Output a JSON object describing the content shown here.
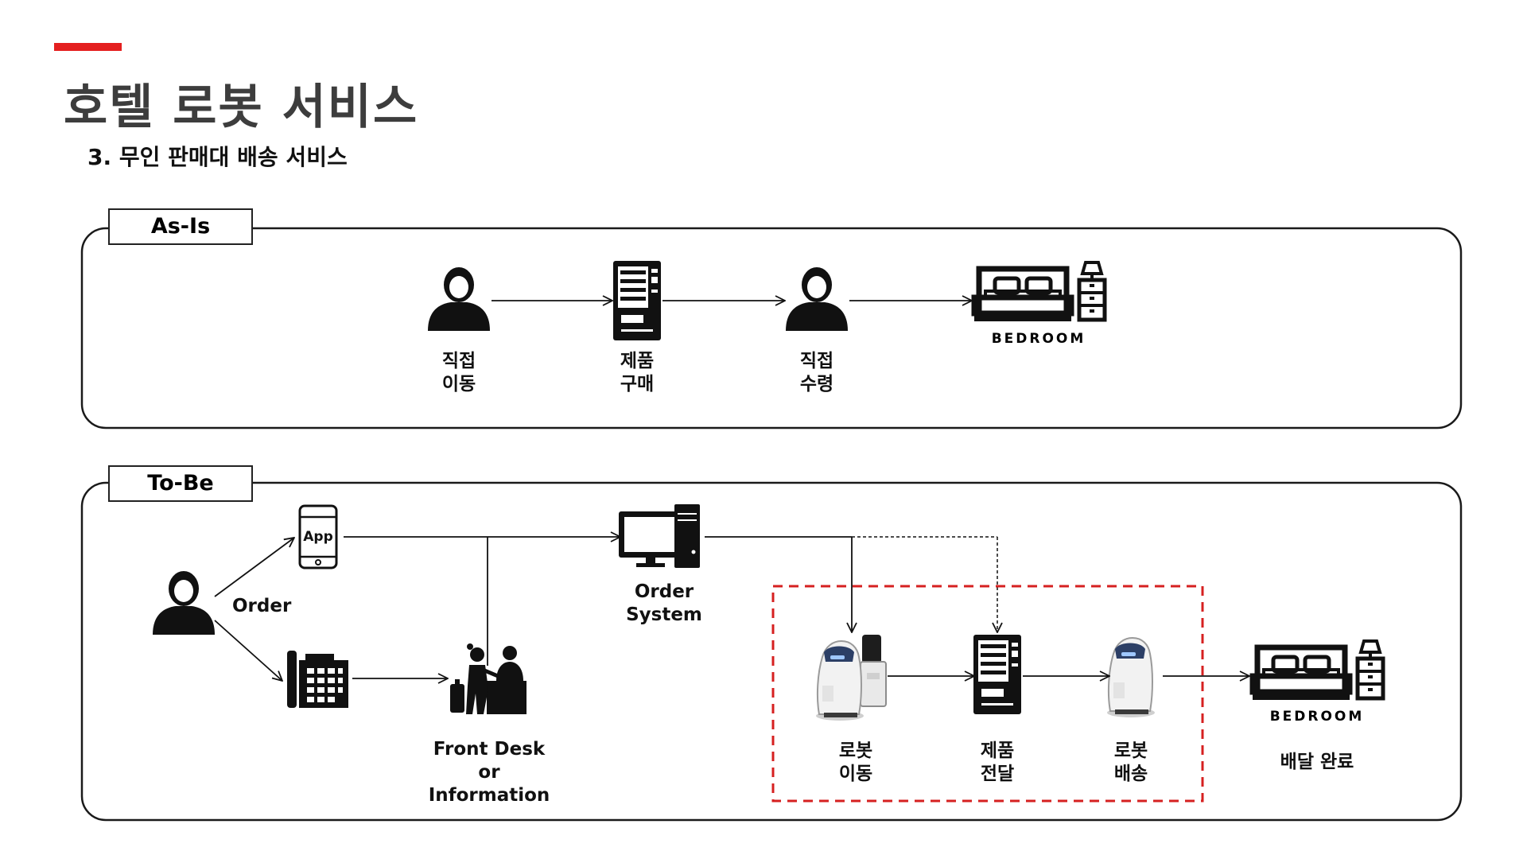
{
  "page": {
    "title": "호텔 로봇 서비스",
    "subtitle": "3. 무인 판매대 배송 서비스",
    "accent_color": "#e41f1f"
  },
  "as_is": {
    "tag": "As-Is",
    "steps": [
      {
        "icon": "person-icon",
        "label_line1": "직접",
        "label_line2": "이동"
      },
      {
        "icon": "vending-machine-icon",
        "label_line1": "제품",
        "label_line2": "구매"
      },
      {
        "icon": "person-icon",
        "label_line1": "직접",
        "label_line2": "수령"
      },
      {
        "icon": "bedroom-icon",
        "caption": "BEDROOM"
      }
    ]
  },
  "to_be": {
    "tag": "To-Be",
    "customer": {
      "icon": "person-icon",
      "order_label": "Order"
    },
    "app": {
      "icon": "smartphone-icon",
      "label": "App"
    },
    "phone": {
      "icon": "telephone-icon"
    },
    "front_desk": {
      "icon": "front-desk-icon",
      "label_line1": "Front Desk",
      "label_line2": "or",
      "label_line3": "Information"
    },
    "order_system": {
      "icon": "computer-icon",
      "label_line1": "Order",
      "label_line2": "System"
    },
    "robot_zone_color": "#d62020",
    "robot_steps": [
      {
        "icon": "robot-icon",
        "label_line1": "로봇",
        "label_line2": "이동"
      },
      {
        "icon": "vending-machine-icon",
        "label_line1": "제품",
        "label_line2": "전달"
      },
      {
        "icon": "robot-icon",
        "label_line1": "로봇",
        "label_line2": "배송"
      }
    ],
    "final": {
      "icon": "bedroom-icon",
      "caption": "BEDROOM",
      "label": "배달 완료"
    }
  }
}
